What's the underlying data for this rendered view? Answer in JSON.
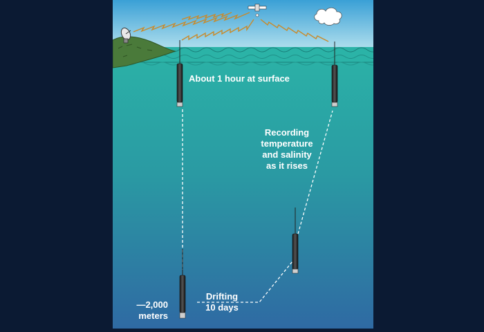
{
  "labels": {
    "surface": "About 1 hour at surface",
    "recording": [
      "Recording",
      "temperature",
      "and salinity",
      "as it rises"
    ],
    "drifting": [
      "Drifting",
      "10 days"
    ],
    "depth": [
      "—2,000",
      "meters"
    ]
  },
  "colors": {
    "sky_top": "#3aa0d6",
    "sky_bottom": "#bfe7f0",
    "water_top": "#2bb3a7",
    "water_mid": "#2a9aa3",
    "water_bottom": "#2f6aa3",
    "land": "#4a7a3a",
    "radio_wave": "#c98a2a",
    "background": "#0b1a33"
  },
  "icons": [
    "satellite-icon",
    "cloud-icon",
    "satellite-dish-icon",
    "float-icon"
  ]
}
